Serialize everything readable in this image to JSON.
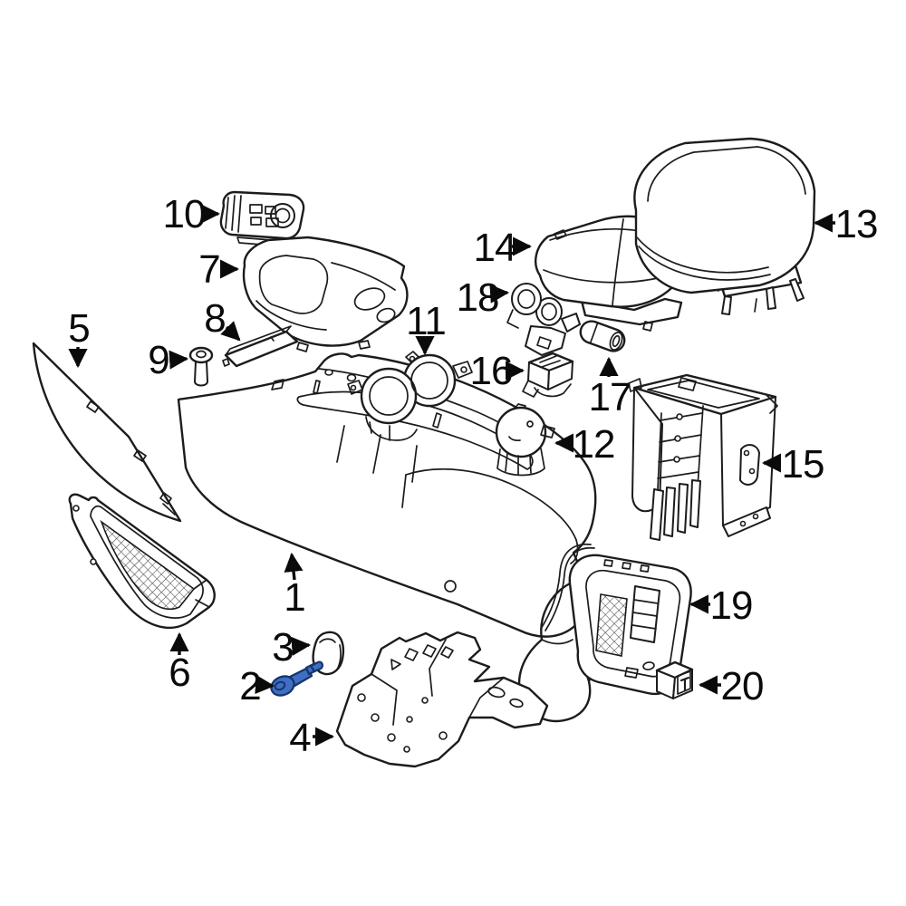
{
  "diagram": {
    "kind": "exploded-parts-line-diagram",
    "subject": "vehicle floor console assembly",
    "colors": {
      "background": "#ffffff",
      "line": "#1c1c1c",
      "label": "#0a0a0a",
      "highlight_fill": "#3f6fc4",
      "highlight_stroke": "#17346b"
    },
    "highlighted_part": "2",
    "parts": [
      {
        "label": "1",
        "name": "floor-console-body",
        "arrow_direction": "up",
        "highlighted": false
      },
      {
        "label": "2",
        "name": "console-screw",
        "arrow_direction": "right",
        "highlighted": true
      },
      {
        "label": "3",
        "name": "screw-cover-cap",
        "arrow_direction": "right",
        "highlighted": false
      },
      {
        "label": "4",
        "name": "console-mounting-bracket",
        "arrow_direction": "right",
        "highlighted": false
      },
      {
        "label": "5",
        "name": "console-side-trim-panel",
        "arrow_direction": "down",
        "highlighted": false
      },
      {
        "label": "6",
        "name": "console-side-grille-panel",
        "arrow_direction": "up",
        "highlighted": false
      },
      {
        "label": "7",
        "name": "console-front-trim-bezel",
        "arrow_direction": "right",
        "highlighted": false
      },
      {
        "label": "8",
        "name": "console-trim-plate",
        "arrow_direction": "down-right",
        "highlighted": false
      },
      {
        "label": "9",
        "name": "trim-screw",
        "arrow_direction": "right",
        "highlighted": false
      },
      {
        "label": "10",
        "name": "console-switch-panel",
        "arrow_direction": "right",
        "highlighted": false
      },
      {
        "label": "11",
        "name": "cup-holder-insert",
        "arrow_direction": "down",
        "highlighted": false
      },
      {
        "label": "12",
        "name": "round-knob-socket",
        "arrow_direction": "left",
        "highlighted": false
      },
      {
        "label": "13",
        "name": "armrest-lid",
        "arrow_direction": "left",
        "highlighted": false
      },
      {
        "label": "14",
        "name": "armrest-base-pad",
        "arrow_direction": "right",
        "highlighted": false
      },
      {
        "label": "15",
        "name": "console-rear-frame",
        "arrow_direction": "left",
        "highlighted": false
      },
      {
        "label": "16",
        "name": "console-latch",
        "arrow_direction": "right",
        "highlighted": false
      },
      {
        "label": "17",
        "name": "power-outlet-socket",
        "arrow_direction": "up",
        "highlighted": false
      },
      {
        "label": "18",
        "name": "retainer-clip",
        "arrow_direction": "right",
        "highlighted": false
      },
      {
        "label": "19",
        "name": "rear-vent-bezel",
        "arrow_direction": "left",
        "highlighted": false
      },
      {
        "label": "20",
        "name": "rear-switch",
        "arrow_direction": "left",
        "highlighted": false
      }
    ]
  }
}
